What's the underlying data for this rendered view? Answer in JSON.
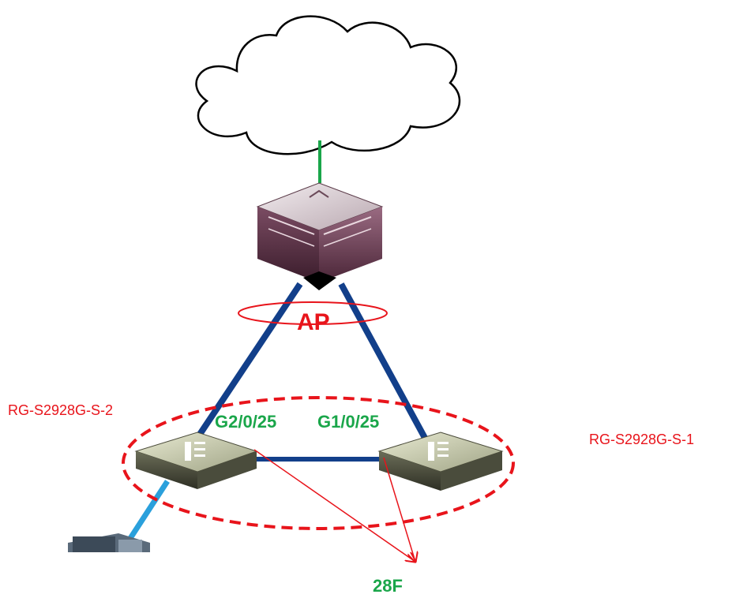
{
  "labels": {
    "ap": "AP",
    "switch_left": "RG-S2928G-S-2",
    "switch_right": "RG-S2928G-S-1",
    "port_left": "G2/0/25",
    "port_right": "G1/0/25",
    "floor": "28F"
  },
  "colors": {
    "uplink": "#1aa64a",
    "trunk": "#123f8a",
    "access": "#2aa0dc",
    "annotation": "#e8141b",
    "port_label": "#1aa64a"
  },
  "icons": {
    "cloud": "cloud-icon",
    "core_device": "core-switch-icon",
    "switch_left": "switch-icon",
    "switch_right": "switch-icon",
    "endpoint": "server-icon"
  }
}
